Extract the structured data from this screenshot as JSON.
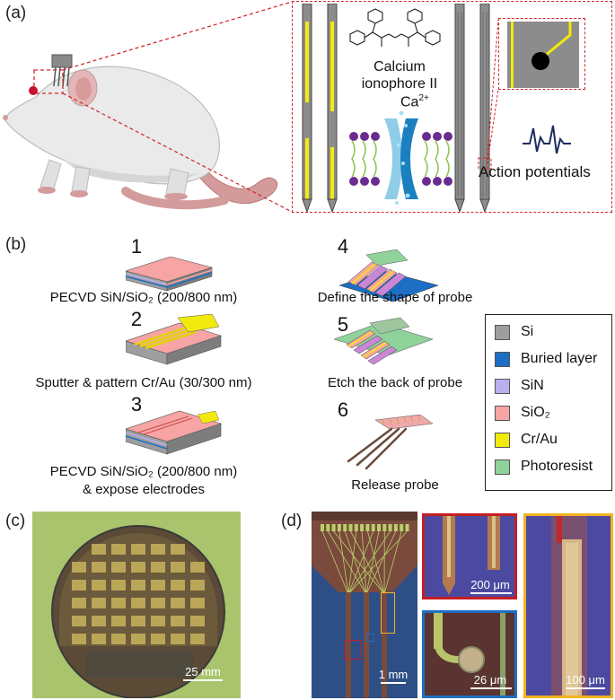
{
  "panels": {
    "a": "(a)",
    "b": "(b)",
    "c": "(c)",
    "d": "(d)"
  },
  "panel_a": {
    "molecule_label_line1": "Calcium",
    "molecule_label_line2": "ionophore II",
    "ion_label": "Ca",
    "ion_charge": "2+",
    "signal_label": "Action potentials"
  },
  "panel_b": {
    "steps": [
      {
        "num": "1",
        "caption": "PECVD SiN/SiO₂ (200/800 nm)"
      },
      {
        "num": "2",
        "caption": "Sputter & pattern Cr/Au (30/300 nm)"
      },
      {
        "num": "3",
        "caption_line1": "PECVD SiN/SiO₂ (200/800 nm)",
        "caption_line2": "& expose electrodes"
      },
      {
        "num": "4",
        "caption": "Define the shape of probe"
      },
      {
        "num": "5",
        "caption": "Etch the back of probe"
      },
      {
        "num": "6",
        "caption": "Release probe"
      }
    ],
    "legend": [
      {
        "label": "Si",
        "color": "#9e9e9e"
      },
      {
        "label": "Buried layer",
        "color": "#1c6fc4"
      },
      {
        "label": "SiN",
        "color": "#b9b0f0"
      },
      {
        "label": "SiO₂",
        "color": "#f7a4a4"
      },
      {
        "label": "Cr/Au",
        "color": "#f2ea0c"
      },
      {
        "label": "Photoresist",
        "color": "#8fd29a"
      }
    ]
  },
  "panel_c": {
    "scale": "25 mm"
  },
  "panel_d": {
    "scale_main": "1 mm",
    "scale_red": "200 μm",
    "scale_blue": "26 μm",
    "scale_yellow": "100 μm",
    "frame_colors": {
      "red": "#c41e24",
      "blue": "#1f6fc1",
      "yellow": "#f0b323"
    }
  }
}
